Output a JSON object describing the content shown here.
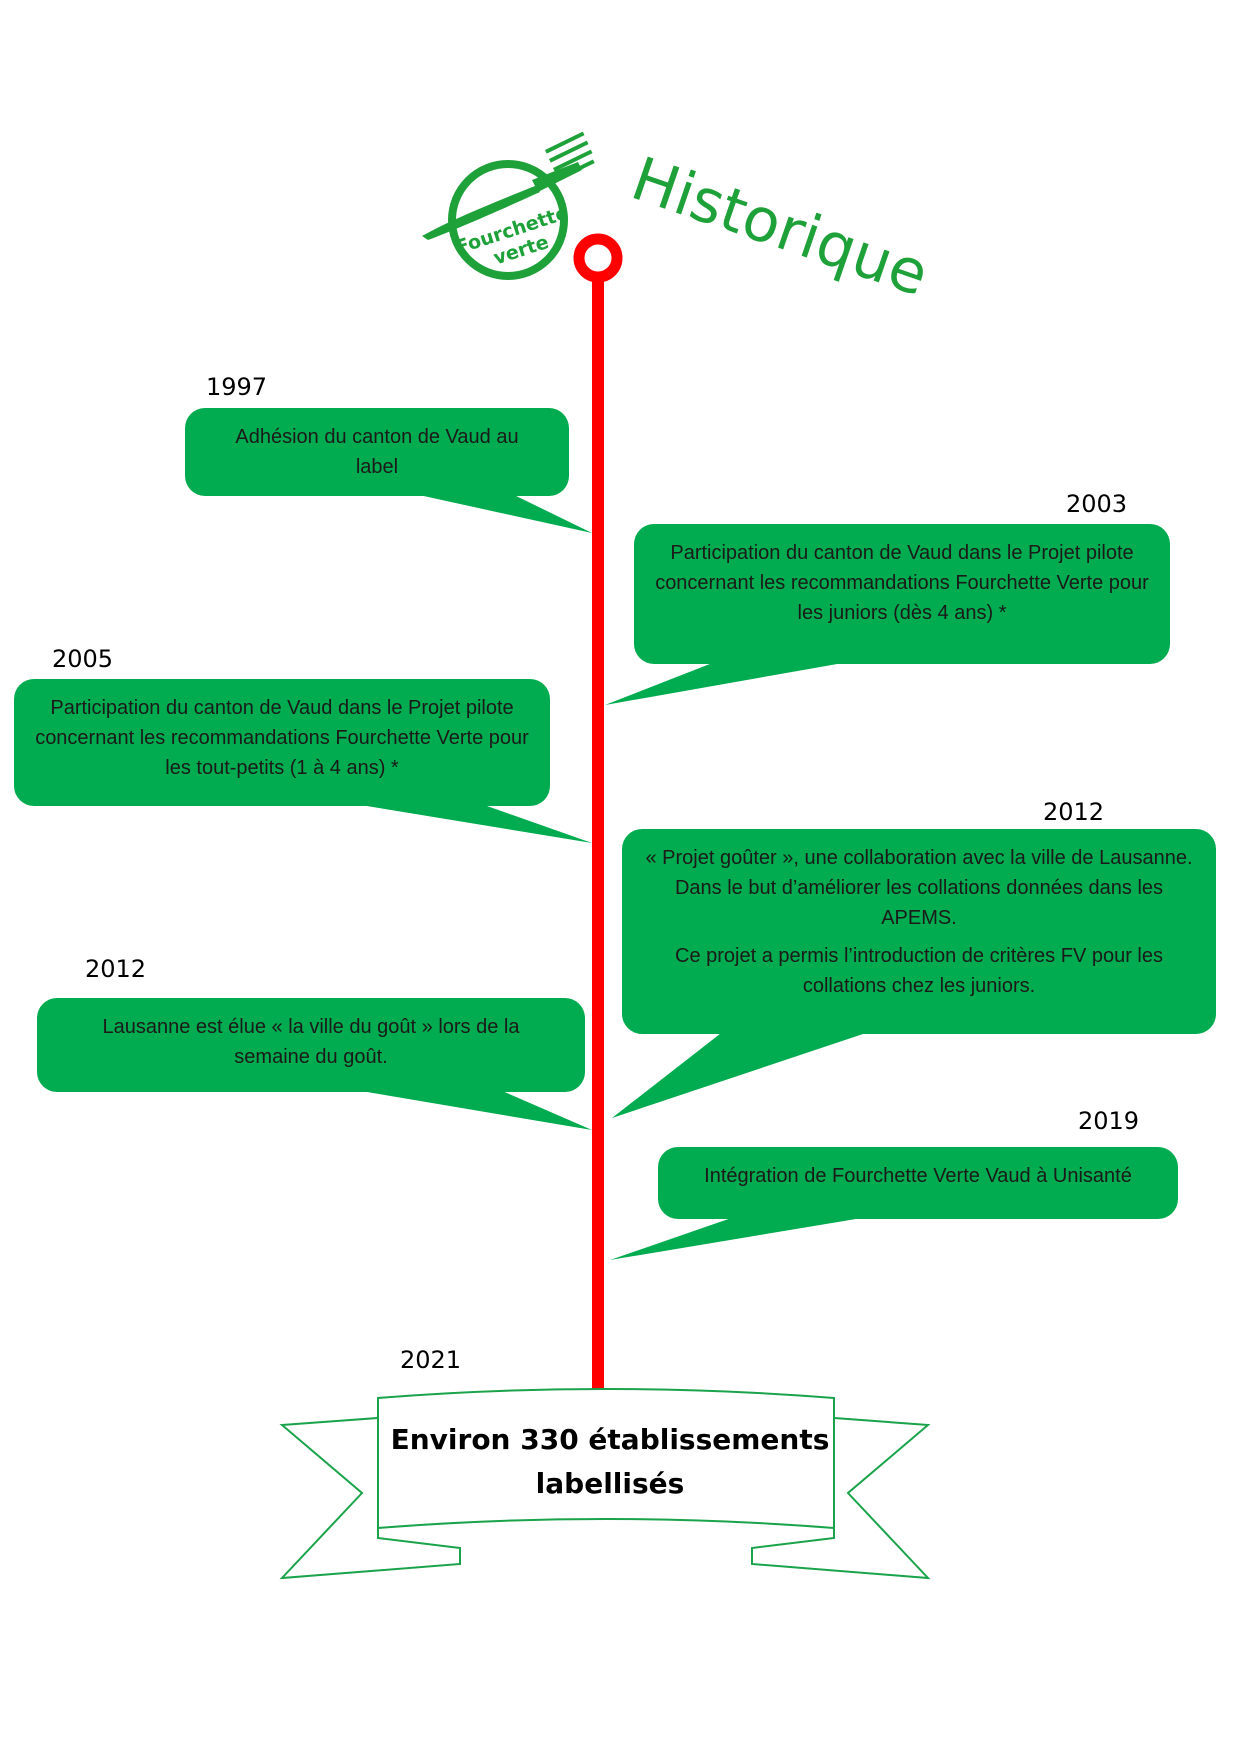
{
  "logo": {
    "line1": "Fourchette",
    "line2": "verte"
  },
  "header": {
    "title": "Historique"
  },
  "events": [
    {
      "year": "1997",
      "text": [
        "Adhésion du canton de Vaud au label"
      ]
    },
    {
      "year": "2003",
      "text": [
        "Participation du canton de Vaud dans le Projet pilote concernant les recommandations Fourchette Verte pour les juniors (dès 4 ans) *"
      ]
    },
    {
      "year": "2005",
      "text": [
        "Participation du canton de Vaud dans le Projet pilote concernant les recommandations Fourchette Verte pour les tout-petits (1 à 4 ans) *"
      ]
    },
    {
      "year": "2012",
      "text": [
        "« Projet goûter », une collaboration avec la ville de Lausanne. Dans le but d’améliorer les collations données dans les APEMS.",
        "Ce projet a permis l’introduction de critères FV pour les collations chez les juniors."
      ]
    },
    {
      "year": "2012",
      "text": [
        "Lausanne est élue « la ville du goût » lors de la semaine du goût."
      ]
    },
    {
      "year": "2019",
      "text": [
        "Intégration de Fourchette Verte Vaud à Unisanté"
      ]
    }
  ],
  "final": {
    "year": "2021",
    "line1": "Environ 330 établissements",
    "line2": "labellisés"
  },
  "colors": {
    "green": "#00ac4f",
    "logo_green": "#1fa13a",
    "line_red": "#ff0000",
    "ribbon_outline": "#1aa34a"
  }
}
